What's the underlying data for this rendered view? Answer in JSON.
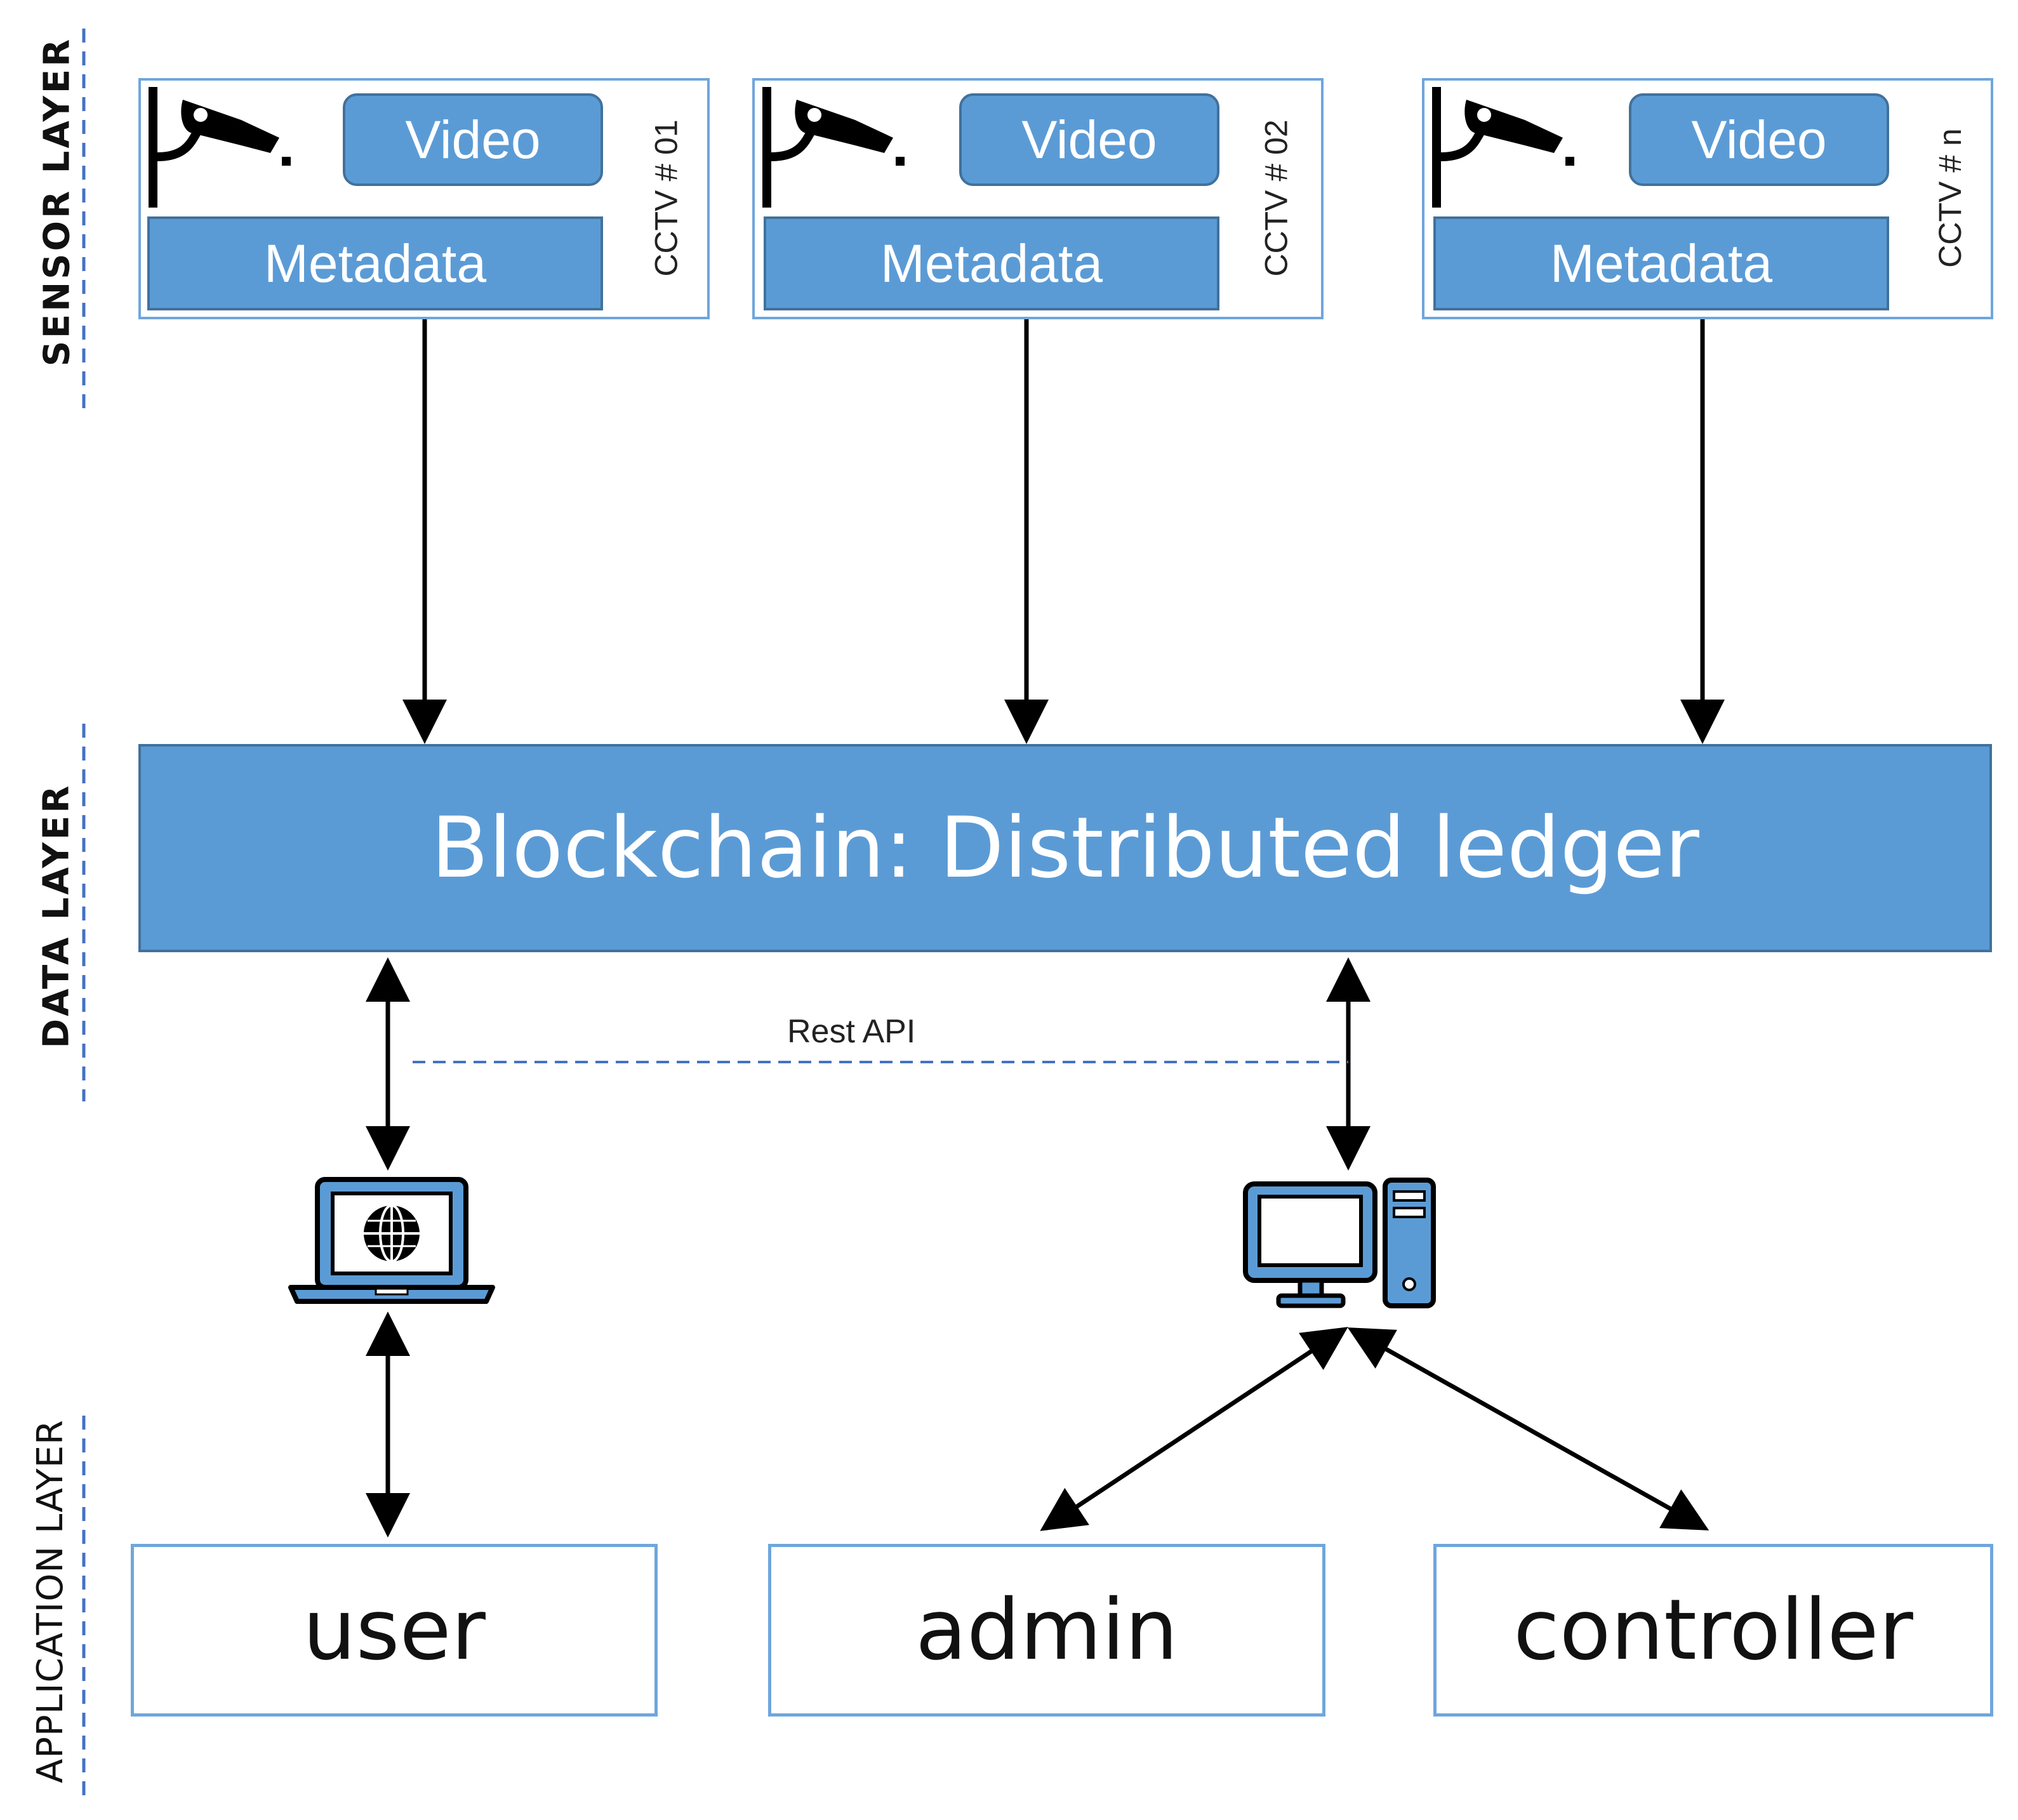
{
  "layers": {
    "sensor": "SENSOR LAYER",
    "data": "DATA LAYER",
    "application": "APPLICATION LAYER"
  },
  "cameras": [
    {
      "id_label": "CCTV # 01",
      "video_label": "Video",
      "metadata_label": "Metadata",
      "icon": "cctv-camera-icon"
    },
    {
      "id_label": "CCTV # 02",
      "video_label": "Video",
      "metadata_label": "Metadata",
      "icon": "cctv-camera-icon"
    },
    {
      "id_label": "CCTV # n",
      "video_label": "Video",
      "metadata_label": "Metadata",
      "icon": "cctv-camera-icon"
    }
  ],
  "ledger": {
    "label": "Blockchain: Distributed ledger"
  },
  "connection": {
    "label": "Rest API"
  },
  "devices": [
    {
      "icon": "laptop-globe-icon"
    },
    {
      "icon": "desktop-computer-icon"
    }
  ],
  "roles": [
    {
      "label": "user"
    },
    {
      "label": "admin"
    },
    {
      "label": "controller"
    }
  ],
  "colors": {
    "accent": "#5b9bd5",
    "accent_border": "#41719c",
    "box_border": "#6fa6dc",
    "dashed_line": "#4472c4"
  }
}
